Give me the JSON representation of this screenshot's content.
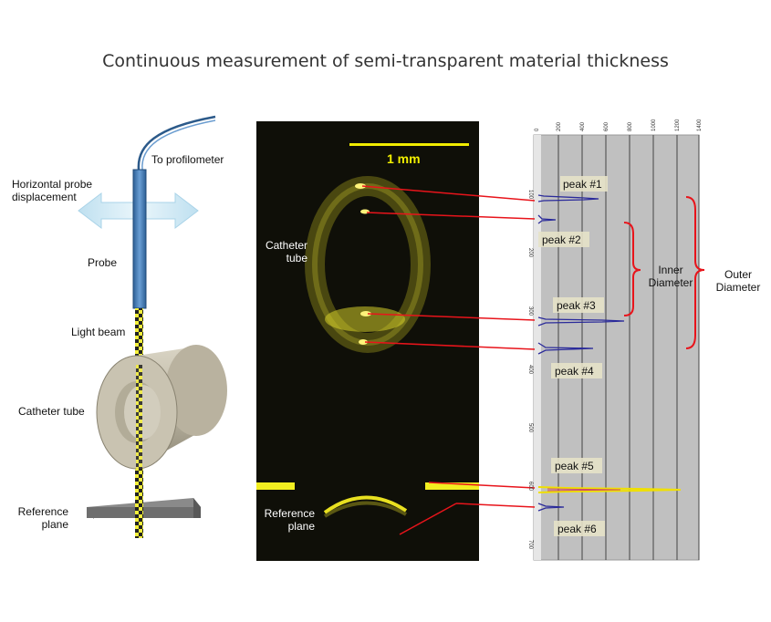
{
  "title": "Continuous measurement of semi-transparent material thickness",
  "left_panel": {
    "to_profilometer": "To profilometer",
    "probe_displacement": "Horizontal probe\ndisplacement",
    "probe": "Probe",
    "light_beam": "Light beam",
    "catheter_tube": "Catheter tube",
    "reference_plane": "Reference\nplane"
  },
  "image_panel": {
    "scale_bar": "1 mm",
    "catheter_tube": "Catheter\ntube",
    "reference_plane": "Reference\nplane"
  },
  "plot_panel": {
    "top_ticks": [
      "0",
      "200",
      "400",
      "600",
      "800",
      "1000",
      "1200",
      "1400"
    ],
    "left_ticks": [
      "100",
      "200",
      "300",
      "400",
      "500",
      "600",
      "700"
    ],
    "peaks": [
      "peak #1",
      "peak #2",
      "peak #3",
      "peak #4",
      "peak #5",
      "peak #6"
    ],
    "inner_diameter": "Inner\nDiameter",
    "outer_diameter": "Outer\nDiameter"
  },
  "colors": {
    "connector": "#e8141b",
    "beam": "#e6e600",
    "probe": "#4a7fb5",
    "plot_bg": "#c0c0c0",
    "signal": "#2a2a9a"
  }
}
